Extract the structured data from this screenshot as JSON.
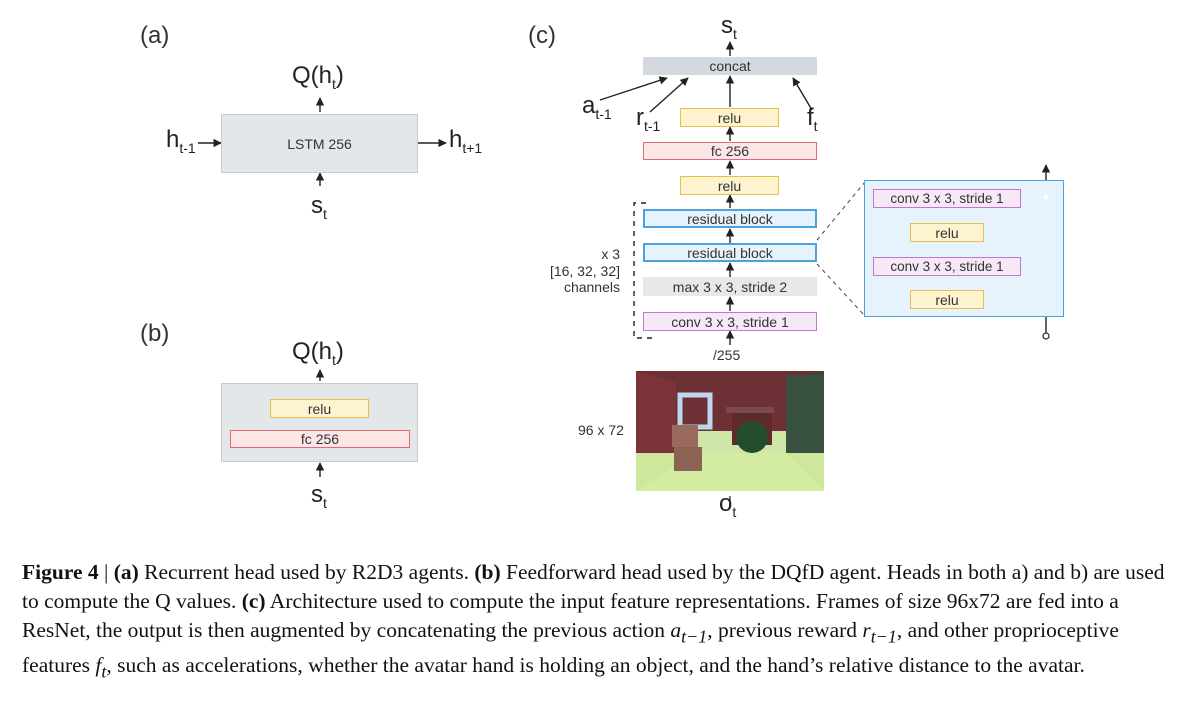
{
  "panel_a": {
    "label": "(a)",
    "q_label": "Q(h",
    "q_sub": "t",
    "q_close": ")",
    "h_in": "h",
    "h_in_sub": "t-1",
    "h_out": "h",
    "h_out_sub": "t+1",
    "box_label": "LSTM 256",
    "s_label": "s",
    "s_sub": "t"
  },
  "panel_b": {
    "label": "(b)",
    "q_label": "Q(h",
    "q_sub": "t",
    "q_close": ")",
    "relu_label": "relu",
    "fc_label": "fc 256",
    "s_label": "s",
    "s_sub": "t"
  },
  "panel_c": {
    "label": "(c)",
    "s_top": "s",
    "s_top_sub": "t",
    "concat_label": "concat",
    "a_label": "a",
    "a_sub": "t-1",
    "r_label": "r",
    "r_sub": "t-1",
    "f_label": "f",
    "f_sub": "t",
    "relu_top": "relu",
    "fc_label": "fc 256",
    "relu_mid": "relu",
    "res1": "residual block",
    "res2": "residual block",
    "maxpool": "max 3 x 3, stride 2",
    "conv": "conv 3 x 3, stride 1",
    "norm": "/255",
    "repeat": "x 3",
    "channels_list": "[16, 32, 32]",
    "channels_word": "channels",
    "frame_size": "96 x 72",
    "o_label": "o",
    "o_sub": "t",
    "detail": {
      "conv1": "conv 3 x 3, stride 1",
      "relu1": "relu",
      "conv2": "conv 3 x 3, stride 1",
      "relu2": "relu",
      "plus": "+"
    }
  },
  "caption": {
    "fig": "Figure 4",
    "sep": " | ",
    "a_tag": "(a)",
    "a_text": " Recurrent head used by R2D3 agents. ",
    "b_tag": "(b)",
    "b_text": " Feedforward head used by the DQfD agent. Heads in both a) and b) are used to compute the Q values. ",
    "c_tag": "(c)",
    "c_text1": " Architecture used to compute the input feature representations. Frames of size 96x72 are fed into a ResNet, the output is then augmented by concatenating the previous action ",
    "a_var": "a",
    "a_var_sub": "t−1",
    "c_text2": ", previous reward ",
    "r_var": "r",
    "r_var_sub": "t−1",
    "c_text3": ", and other proprioceptive features ",
    "f_var": "f",
    "f_var_sub": "t",
    "c_text4": ", such as accelerations, whether the avatar hand is holding an object, and the hand’s relative distance to the avatar."
  },
  "colors": {
    "relu_fill": "#fdf3cf",
    "relu_border": "#e6c14a",
    "fc_fill": "#fde6e8",
    "fc_border": "#e46b73",
    "res_fill": "#e6f3fc",
    "res_border": "#4aa3e0",
    "conv_fill": "#f6e8f7",
    "conv_border": "#c178cc",
    "plus_node": "#3a9be6"
  }
}
